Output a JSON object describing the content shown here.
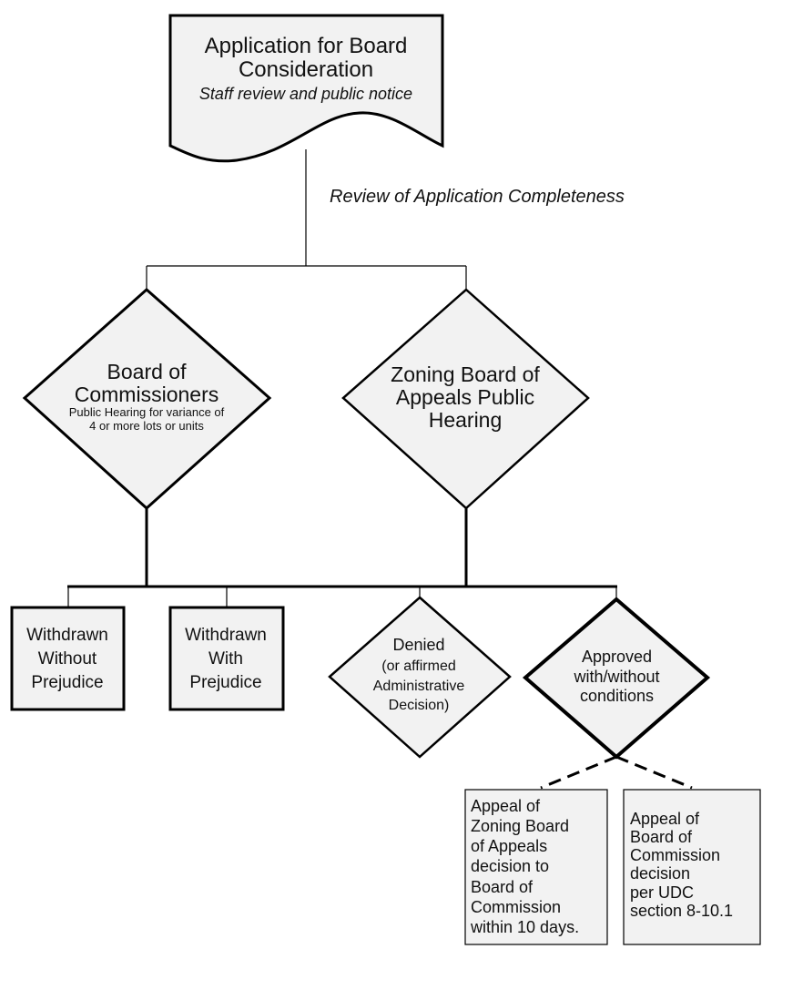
{
  "diagram": {
    "type": "flowchart",
    "colors": {
      "node_fill": "#f2f2f2",
      "stroke": "#000000",
      "background": "#ffffff"
    },
    "start": {
      "title_lines": [
        "Application for Board",
        "Consideration"
      ],
      "subtitle": "Staff review and public notice",
      "shape": "document"
    },
    "edge_label": "Review of Application Completeness",
    "hearings": {
      "board_of_commissioners": {
        "title_lines": [
          "Board of",
          "Commissioners"
        ],
        "sub_lines": [
          "Public Hearing for variance of",
          "4 or more lots or units"
        ],
        "shape": "decision"
      },
      "zoning_board": {
        "title_lines": [
          "Zoning Board of",
          "Appeals Public",
          "Hearing"
        ],
        "shape": "decision"
      }
    },
    "outcomes": {
      "withdrawn_without": {
        "lines": [
          "Withdrawn",
          "Without",
          "Prejudice"
        ],
        "shape": "process"
      },
      "withdrawn_with": {
        "lines": [
          "Withdrawn",
          "With",
          "Prejudice"
        ],
        "shape": "process"
      },
      "denied": {
        "title": "Denied",
        "sub_lines": [
          "(or affirmed",
          "Administrative",
          "Decision)"
        ],
        "shape": "decision"
      },
      "approved": {
        "lines": [
          "Approved",
          "with/without",
          "conditions"
        ],
        "shape": "decision"
      }
    },
    "appeals": {
      "zba_appeal": {
        "lines": [
          "Appeal of",
          "Zoning Board",
          "of Appeals",
          "decision to",
          "Board of",
          "Commission",
          "within 10 days."
        ]
      },
      "boc_appeal": {
        "lines": [
          "Appeal of",
          "Board of",
          "Commission",
          "decision",
          "per UDC",
          "section 8-10.1"
        ]
      }
    }
  }
}
